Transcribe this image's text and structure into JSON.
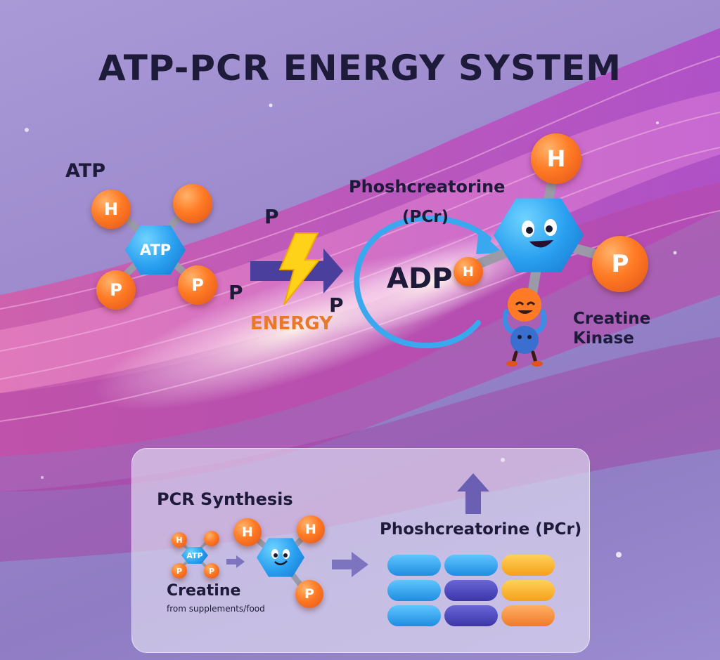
{
  "title": "ATP-PCR ENERGY SYSTEM",
  "atp_section": {
    "label": "ATP",
    "core_label": "ATP",
    "atom_h": "H",
    "atom_p1": "P",
    "atom_p2": "P"
  },
  "released_phosphates": [
    "P",
    "P",
    "P"
  ],
  "energy_label": "ENERGY",
  "cycle": {
    "name": "Phoshcreatorine",
    "abbr": "(PCr)",
    "center_label": "ADP",
    "center_atom": "H"
  },
  "pcr_molecule": {
    "atom_h": "H",
    "atom_p": "P"
  },
  "enzyme_label": "Creatine Kinase",
  "synthesis_panel": {
    "heading": "PCR Synthesis",
    "mini_atp": {
      "core": "ATP",
      "atoms": [
        "H",
        "P",
        "P"
      ]
    },
    "mini_pcr": {
      "atoms": [
        "H",
        "H",
        "P"
      ]
    },
    "creatine_label": "Creatine",
    "creatine_sub": "from supplements/food",
    "store_label": "Phoshcreatorine (PCr)",
    "store_rows": [
      [
        "blue",
        "blue",
        "orange"
      ],
      [
        "blue",
        "indigo",
        "orange"
      ],
      [
        "blue",
        "indigo",
        "orange"
      ]
    ]
  },
  "colors": {
    "title": "#1e1b3a",
    "energy": "#e8782a",
    "bolt": "#ffd21a",
    "arrow": "#4a3f9c",
    "cycle_ring": "#3aa8ee",
    "atom_orange": "#ff7a24",
    "core_blue": "#2aa0f0"
  }
}
